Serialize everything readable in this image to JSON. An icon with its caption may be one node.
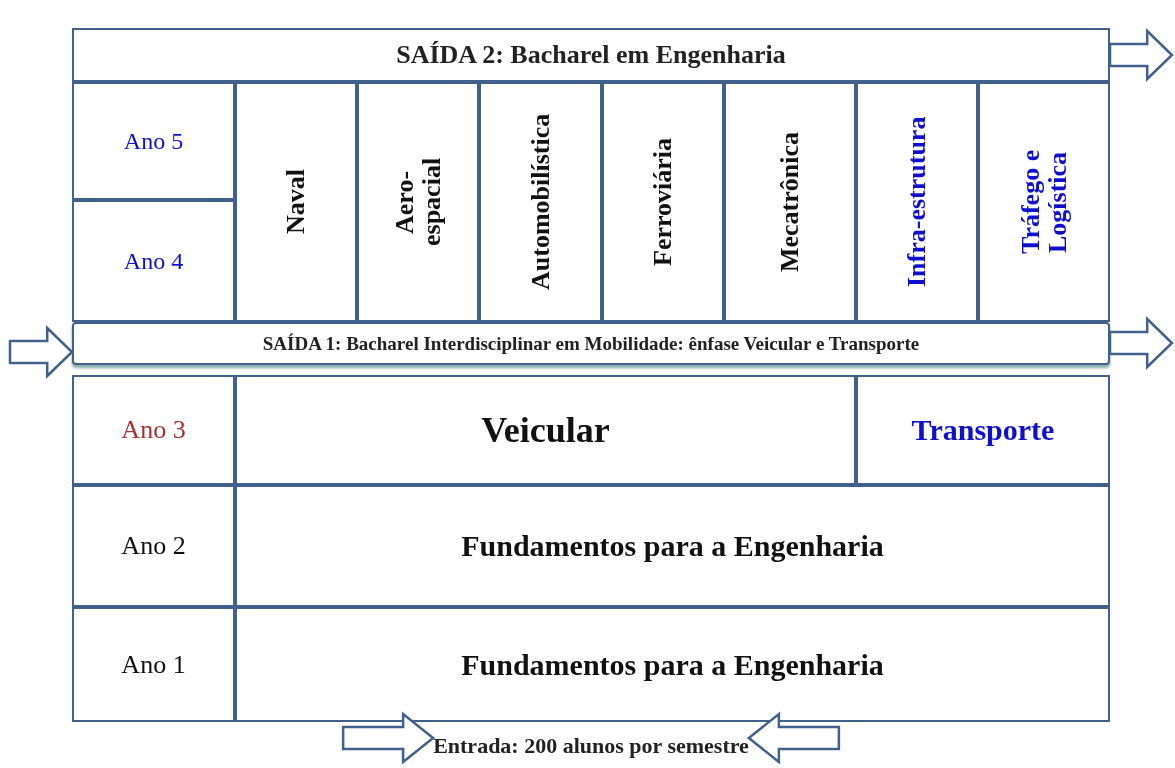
{
  "diagram": {
    "nodes": [
      {
        "text": [
          "SAÍDA 2:  Bacharel em Engenharia"
        ]
      },
      {
        "text": [
          "Ano 5"
        ]
      },
      {
        "text": [
          "Ano 4"
        ]
      },
      {
        "text": [
          "Naval"
        ]
      },
      {
        "text": [
          "Aero- espacial"
        ]
      },
      {
        "text": [
          "Automobilística"
        ]
      },
      {
        "text": [
          "Ferroviária"
        ]
      },
      {
        "text": [
          "Mecatrônica"
        ]
      },
      {
        "text": [
          "Infra-estrutura"
        ]
      },
      {
        "text": [
          "Tráfego e Logística"
        ]
      },
      {
        "text": [
          "SAÍDA 1:  Bacharel Interdisciplinar em Mobilidade: ênfase Veicular e Transporte"
        ]
      },
      {
        "text": [
          "Ano 3"
        ]
      },
      {
        "text": [
          "Veicular"
        ]
      },
      {
        "text": [
          "Transporte"
        ]
      },
      {
        "text": [
          "Ano 2"
        ]
      },
      {
        "text": [
          "Fundamentos para a Engenharia"
        ]
      },
      {
        "text": [
          "Ano 1"
        ]
      },
      {
        "text": [
          "Fundamentos para a Engenharia"
        ]
      },
      {
        "text": [
          "Entrada:  200 alunos por semestre"
        ]
      }
    ],
    "edges": [
      {
        "from": 0,
        "to": null,
        "arrow": "to"
      },
      {
        "from": null,
        "to": 10,
        "arrow": "to"
      },
      {
        "from": 10,
        "to": null,
        "arrow": "to"
      },
      {
        "from": null,
        "to": 18,
        "arrow": "to"
      },
      {
        "from": null,
        "to": 18,
        "arrow": "to"
      }
    ]
  }
}
